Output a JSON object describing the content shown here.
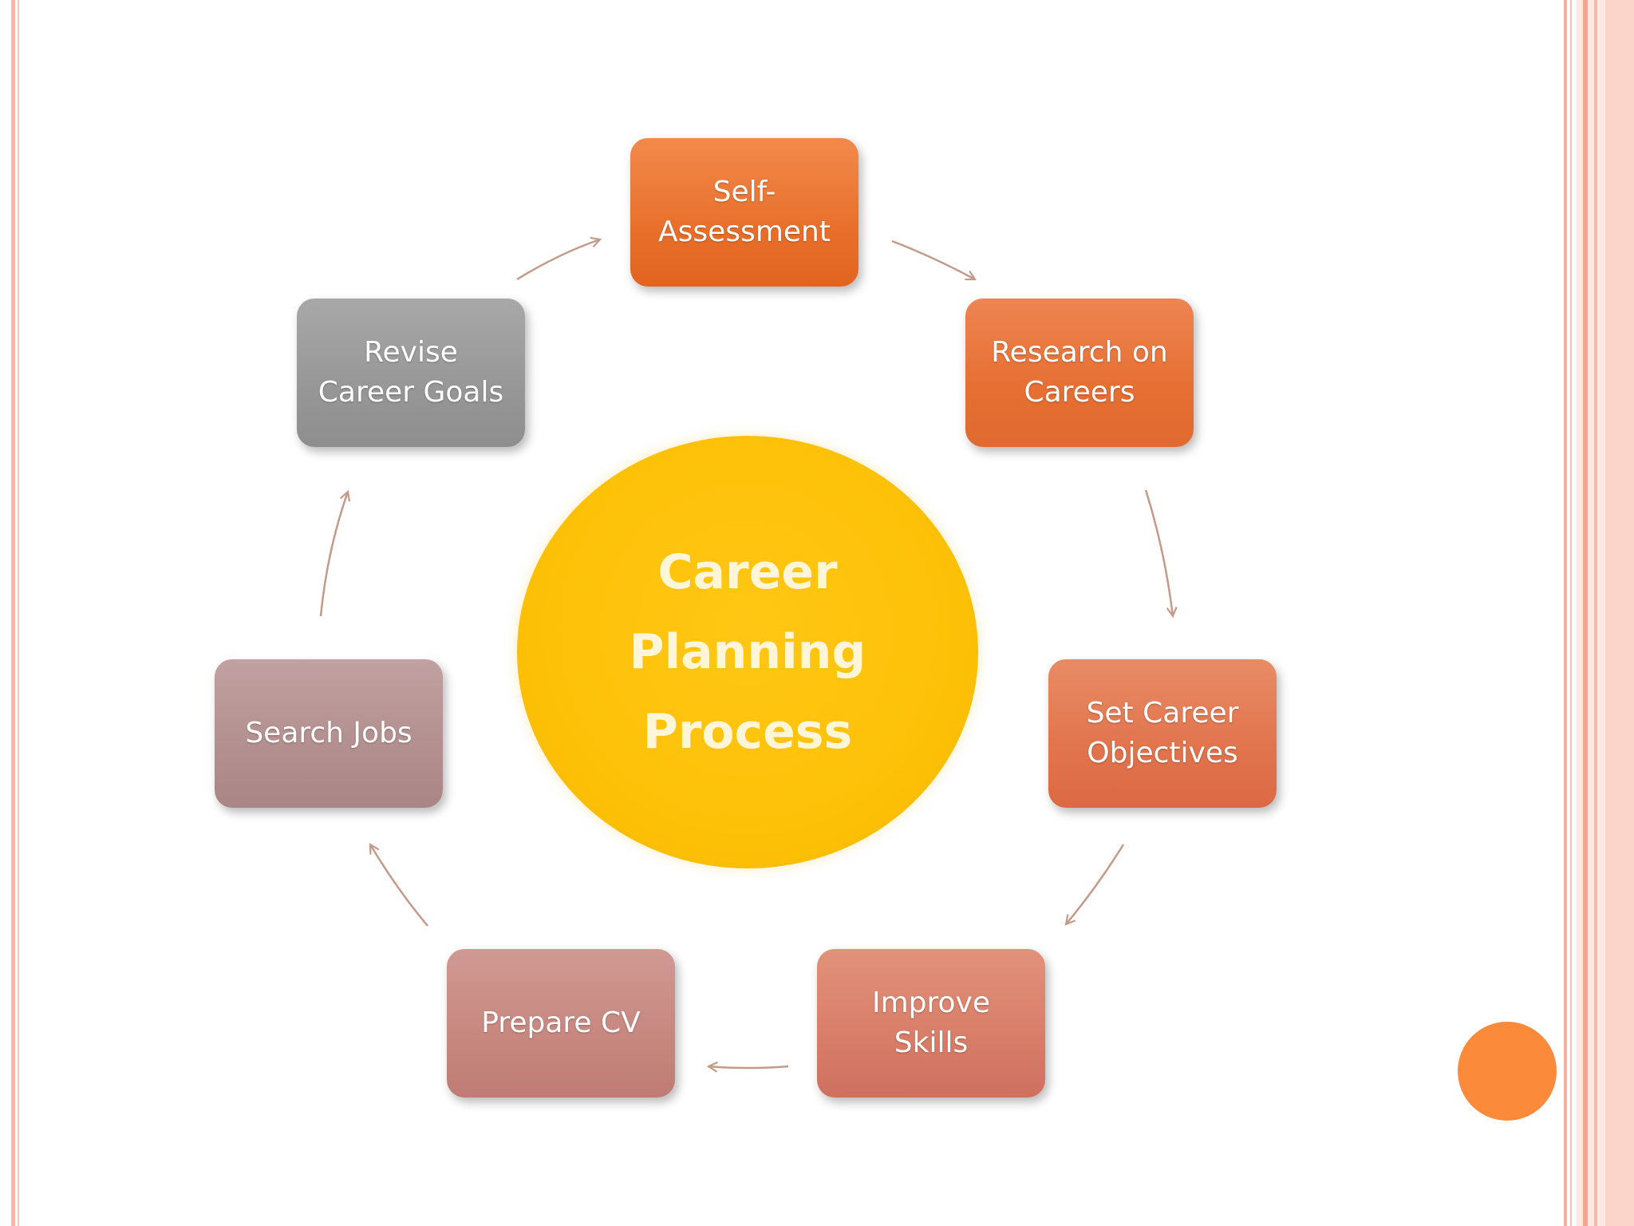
{
  "diagram": {
    "center": {
      "label": "Career\nPlanning\nProcess"
    },
    "steps": [
      {
        "label": "Self-\nAssessment"
      },
      {
        "label": "Research on\nCareers"
      },
      {
        "label": "Set Career\nObjectives"
      },
      {
        "label": "Improve\nSkills"
      },
      {
        "label": "Prepare CV"
      },
      {
        "label": "Search Jobs"
      },
      {
        "label": "Revise\nCareer Goals"
      }
    ]
  },
  "colors": {
    "center_circle": "#fdc108",
    "arrow": "#c49a88",
    "accent_dot": "#fb8b3b",
    "border": "#f6b8a6"
  }
}
